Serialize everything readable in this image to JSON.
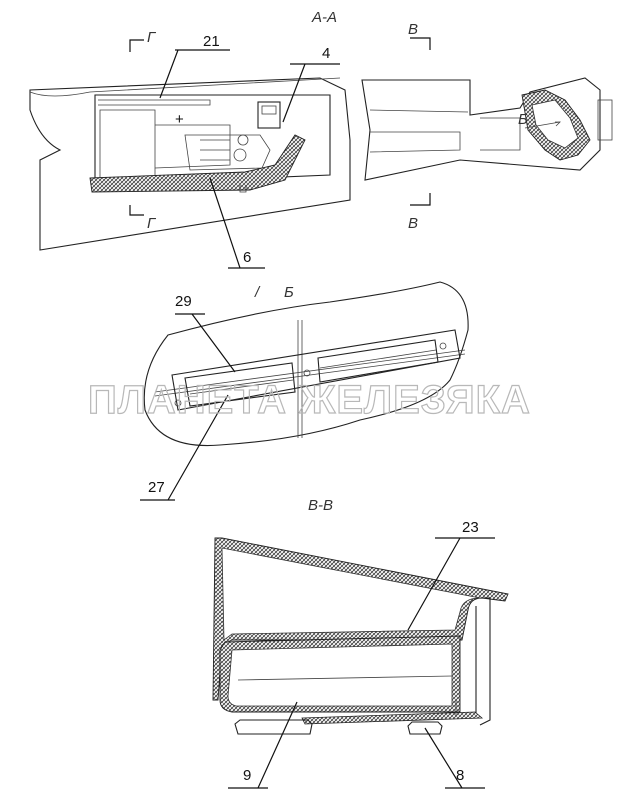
{
  "sections": {
    "aa": "А-А",
    "vv_top": "В",
    "vv_bottom": "В",
    "g_top": "Г",
    "g_bottom": "Г",
    "b_inline": "Б",
    "b_view": "Б",
    "vv_title": "В-В"
  },
  "callouts": {
    "c21": "21",
    "c4": "4",
    "c6": "6",
    "c29": "29",
    "c27": "27",
    "c23": "23",
    "c9": "9",
    "c8": "8"
  },
  "plus_mark": "+",
  "watermark": "ПЛАНЕТА ЖЕЛЕЗЯКА"
}
